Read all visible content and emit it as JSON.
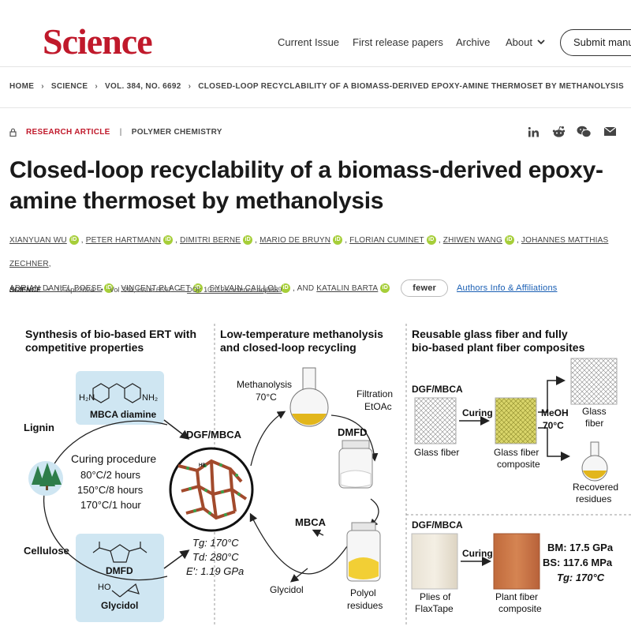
{
  "header": {
    "logo": "Science",
    "nav": {
      "current_issue": "Current Issue",
      "first_release": "First release papers",
      "archive": "Archive",
      "about": "About"
    },
    "submit": "Submit manuscript"
  },
  "breadcrumb": [
    "HOME",
    "SCIENCE",
    "VOL. 384, NO. 6692",
    "CLOSED-LOOP RECYCLABILITY OF A BIOMASS-DERIVED EPOXY-AMINE THERMOSET BY METHANOLYSIS"
  ],
  "article": {
    "type": "RESEARCH ARTICLE",
    "category": "POLYMER CHEMISTRY",
    "title": "Closed-loop recyclability of a biomass-derived epoxy-amine thermoset by methanolysis",
    "authors_line1": [
      "XIANYUAN WU",
      "PETER HARTMANN",
      "DIMITRI BERNE",
      "MARIO DE BRUYN",
      "FLORIAN CUMINET",
      "ZHIWEN WANG",
      "JOHANNES MATTHIAS ZECHNER"
    ],
    "authors_line2": [
      "ADRIAN DANIEL BOESE",
      "VINCENT PLACET",
      "SYLVAIN CAILLOL"
    ],
    "and_label": ", AND",
    "last_author": "KATALIN BARTA",
    "fewer": "fewer",
    "affiliations": "Authors Info & Affiliations",
    "journal": "SCIENCE",
    "date": "12 Apr 2024",
    "volume": "Vol 384, Issue 6692",
    "doi": "DOI: 10.1126/science.adj9989"
  },
  "figure": {
    "col1_title_1": "Synthesis of bio-based ERT with",
    "col1_title_2": "competitive properties",
    "col2_title_1": "Low-temperature methanolysis",
    "col2_title_2": "and closed-loop recycling",
    "col3_title_1": "Reusable glass fiber and fully",
    "col3_title_2": "bio-based plant fiber composites",
    "lignin": "Lignin",
    "cellulose": "Cellulose",
    "mbca_diamine": "MBCA diamine",
    "h2n_left": "H₂N",
    "nh2_right": "NH₂",
    "curing_title": "Curing procedure",
    "curing_1": "80°C/2 hours",
    "curing_2": "150°C/8 hours",
    "curing_3": "170°C/1 hour",
    "dgf_mbca": "DGF/MBCA",
    "tg": "Tg: 170°C",
    "td": "Td: 280°C",
    "e_mod": "E′: 1.19 GPa",
    "dmfd": "DMFD",
    "glycidol": "Glycidol",
    "ho": "HO",
    "methanolysis": "Methanolysis",
    "temp_70": "70°C",
    "filtration": "Filtration",
    "etoac": "EtOAc",
    "dmfd2": "DMFD",
    "mbca": "MBCA",
    "glycidol2": "Glycidol",
    "polyol_1": "Polyol",
    "polyol_2": "residues",
    "dgf_mbca_2": "DGF/MBCA",
    "curing": "Curing",
    "glass_fiber": "Glass fiber",
    "gf_comp_1": "Glass fiber",
    "gf_comp_2": "composite",
    "meoh": "MeOH",
    "meoh_temp": "70°C",
    "glass_1": "Glass",
    "glass_2": "fiber",
    "recovered_1": "Recovered",
    "recovered_2": "residues",
    "dgf_mbca_3": "DGF/MBCA",
    "curing2": "Curing",
    "plies_1": "Plies of",
    "plies_2": "FlaxTape",
    "plant_1": "Plant fiber",
    "plant_2": "composite",
    "bm": "BM: 17.5 GPa",
    "bs": "BS: 117.6 MPa",
    "tg2": "Tg: 170°C",
    "hb": "HB"
  },
  "colors": {
    "brand": "#c0192b",
    "link": "#1a5fb4",
    "orcid": "#a6ce39",
    "highlight_box": "#cfe6f2"
  }
}
